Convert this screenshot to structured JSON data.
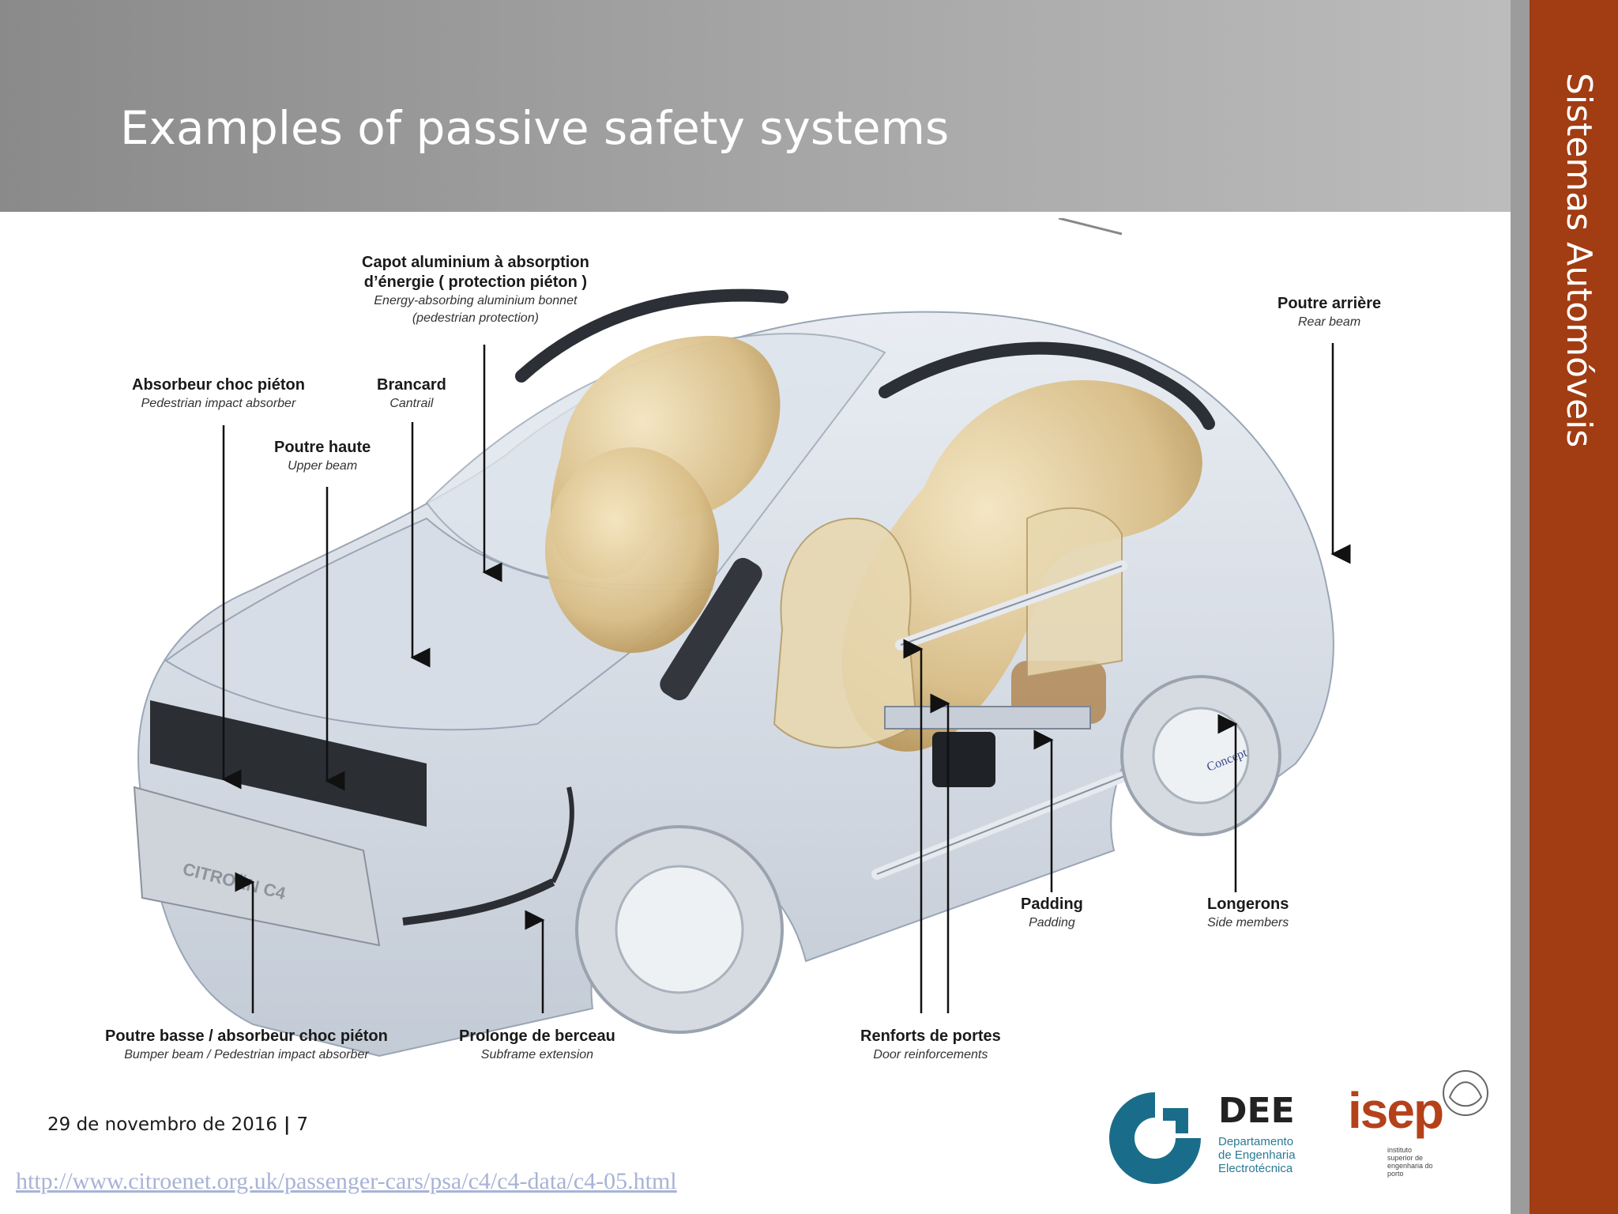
{
  "slide": {
    "title": "Examples of passive safety systems",
    "side_title": "Sistemas Automóveis",
    "date": "29 de novembro de 2016",
    "separator": "|",
    "page_number": "7",
    "source_url": "http://www.citroenet.org.uk/passenger-cars/psa/c4/c4-data/c4-05.html"
  },
  "figure": {
    "callouts": [
      {
        "fr": "Capot aluminium à absorption",
        "fr2": "d’énergie ( protection piéton )",
        "en": "Energy-absorbing aluminium bonnet",
        "en2": "(pedestrian protection)"
      },
      {
        "fr": "Absorbeur choc piéton",
        "en": "Pedestrian impact absorber"
      },
      {
        "fr": "Brancard",
        "en": "Cantrail"
      },
      {
        "fr": "Poutre haute",
        "en": "Upper beam"
      },
      {
        "fr": "Poutre arrière",
        "en": "Rear beam"
      },
      {
        "fr": "Padding",
        "en": "Padding"
      },
      {
        "fr": "Longerons",
        "en": "Side members"
      },
      {
        "fr": "Poutre basse / absorbeur choc piéton",
        "en": "Bumper beam / Pedestrian impact absorber"
      },
      {
        "fr": "Prolonge de berceau",
        "en": "Subframe extension"
      },
      {
        "fr": "Renforts de portes",
        "en": "Door reinforcements"
      }
    ],
    "car_badge": "Concept",
    "bumper_text": "CITROËN C4"
  },
  "logos": {
    "dee": {
      "name": "DEE",
      "line1": "Departamento",
      "line2": "de Engenharia",
      "line3": "Electrotécnica"
    },
    "isep": {
      "name": "isep",
      "line1": "instituto",
      "line2": "superior de",
      "line3": "engenharia do",
      "line4": "porto"
    }
  },
  "colors": {
    "side_band": "#a23c12",
    "header": "#a7a7a7",
    "airbag": "#d9c08a",
    "link": "#a8b3d6"
  }
}
